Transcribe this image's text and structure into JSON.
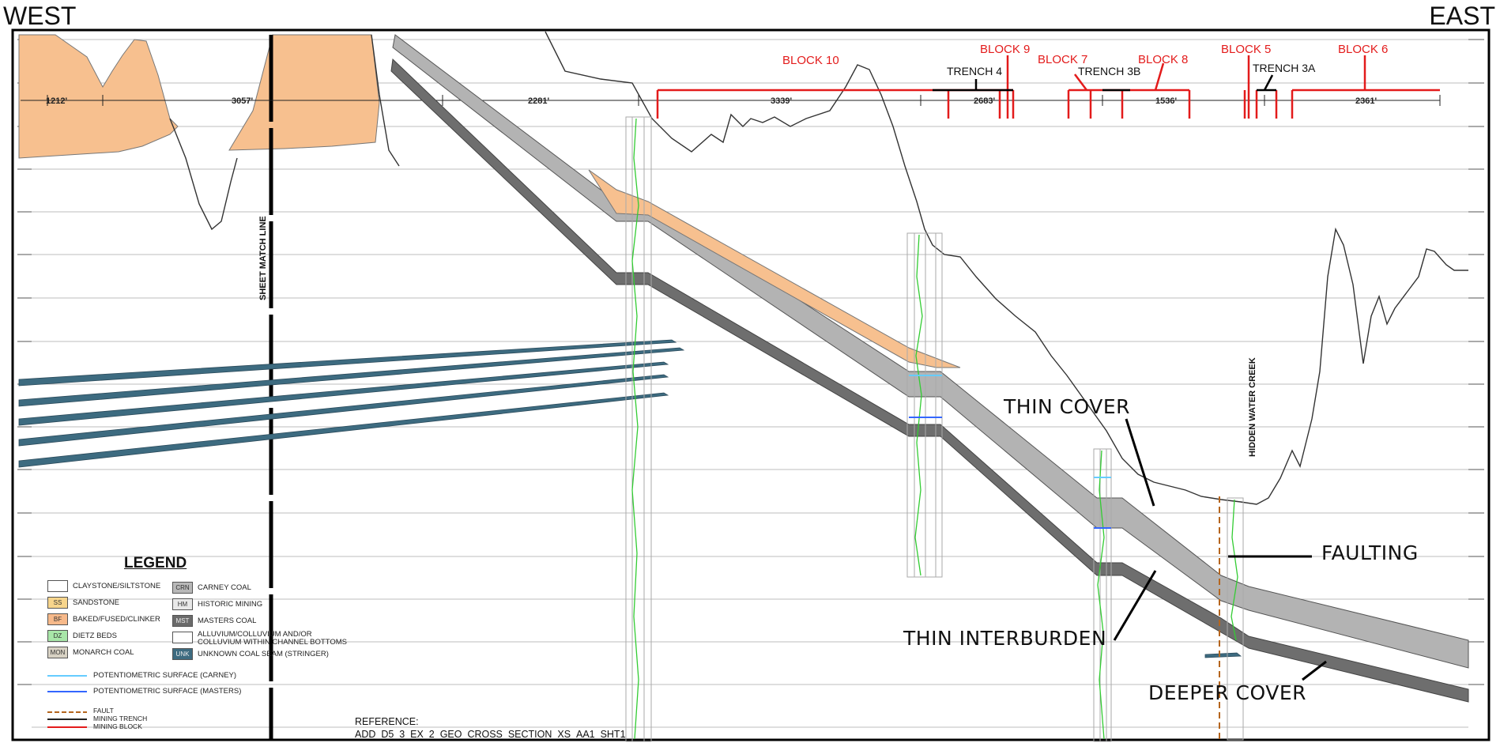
{
  "directions": {
    "west": "WEST",
    "east": "EAST"
  },
  "sheet_match_line": "SHEET MATCH LINE",
  "hidden_water_creek": "HIDDEN WATER CREEK",
  "blocks": [
    {
      "label": "BLOCK 10",
      "color": "#e31b1b"
    },
    {
      "label": "BLOCK 9",
      "color": "#e31b1b"
    },
    {
      "label": "BLOCK 7",
      "color": "#e31b1b"
    },
    {
      "label": "BLOCK 8",
      "color": "#e31b1b"
    },
    {
      "label": "BLOCK 5",
      "color": "#e31b1b"
    },
    {
      "label": "BLOCK 6",
      "color": "#e31b1b"
    }
  ],
  "trenches": [
    "TRENCH 4",
    "TRENCH 3B",
    "TRENCH 3A"
  ],
  "distances": [
    "1212'",
    "3057'",
    "2281'",
    "3339'",
    "2683'",
    "1536'",
    "2361'"
  ],
  "annotations": {
    "thin_cover": "THIN COVER",
    "faulting": "FAULTING",
    "thin_interburden": "THIN INTERBURDEN",
    "deeper_cover": "DEEPER COVER"
  },
  "legend": {
    "title": "LEGEND",
    "items_left": [
      {
        "code": "",
        "label": "CLAYSTONE/SILTSTONE",
        "color": "#ffffff"
      },
      {
        "code": "SS",
        "label": "SANDSTONE",
        "color": "#f7d58c"
      },
      {
        "code": "BF",
        "label": "BAKED/FUSED/CLINKER",
        "color": "#f7b98a"
      },
      {
        "code": "DZ",
        "label": "DIETZ BEDS",
        "color": "#a8e6a8"
      },
      {
        "code": "MON",
        "label": "MONARCH COAL",
        "color": "#d8d2c4"
      }
    ],
    "items_right": [
      {
        "code": "CRN",
        "label": "CARNEY COAL",
        "color": "#b8b8b8"
      },
      {
        "code": "HM",
        "label": "HISTORIC MINING",
        "color": "#e8e8e8"
      },
      {
        "code": "MST",
        "label": "MASTERS COAL",
        "color": "#6b6b6b"
      },
      {
        "code": "",
        "label": "ALLUVIUM/COLLUVIUM AND/OR",
        "color": "#ffffff"
      },
      {
        "code": "UNK",
        "label": "UNKNOWN COAL SEAM (STRINGER)",
        "color": "#3d6b80"
      }
    ],
    "alluvium_line2": "COLLUVIUM WITHIN CHANNEL BOTTOMS",
    "potentiometric_carney": "POTENTIOMETRIC SURFACE (CARNEY)",
    "potentiometric_masters": "POTENTIOMETRIC SURFACE (MASTERS)",
    "fault": "FAULT",
    "mining_trench": "MINING TRENCH",
    "mining_block": "MINING BLOCK"
  },
  "reference": {
    "label": "REFERENCE:",
    "value": "ADD_D5_3_EX_2_GEO_CROSS_SECTION_XS_AA1_SHT1"
  },
  "colors": {
    "carney": "#b3b3b3",
    "masters": "#6e6e6e",
    "baked": "#f7c08f",
    "stringer": "#3d6b80",
    "block_red": "#e31b1b",
    "well_green": "#33cc33",
    "water_blue": "#3399ff"
  }
}
